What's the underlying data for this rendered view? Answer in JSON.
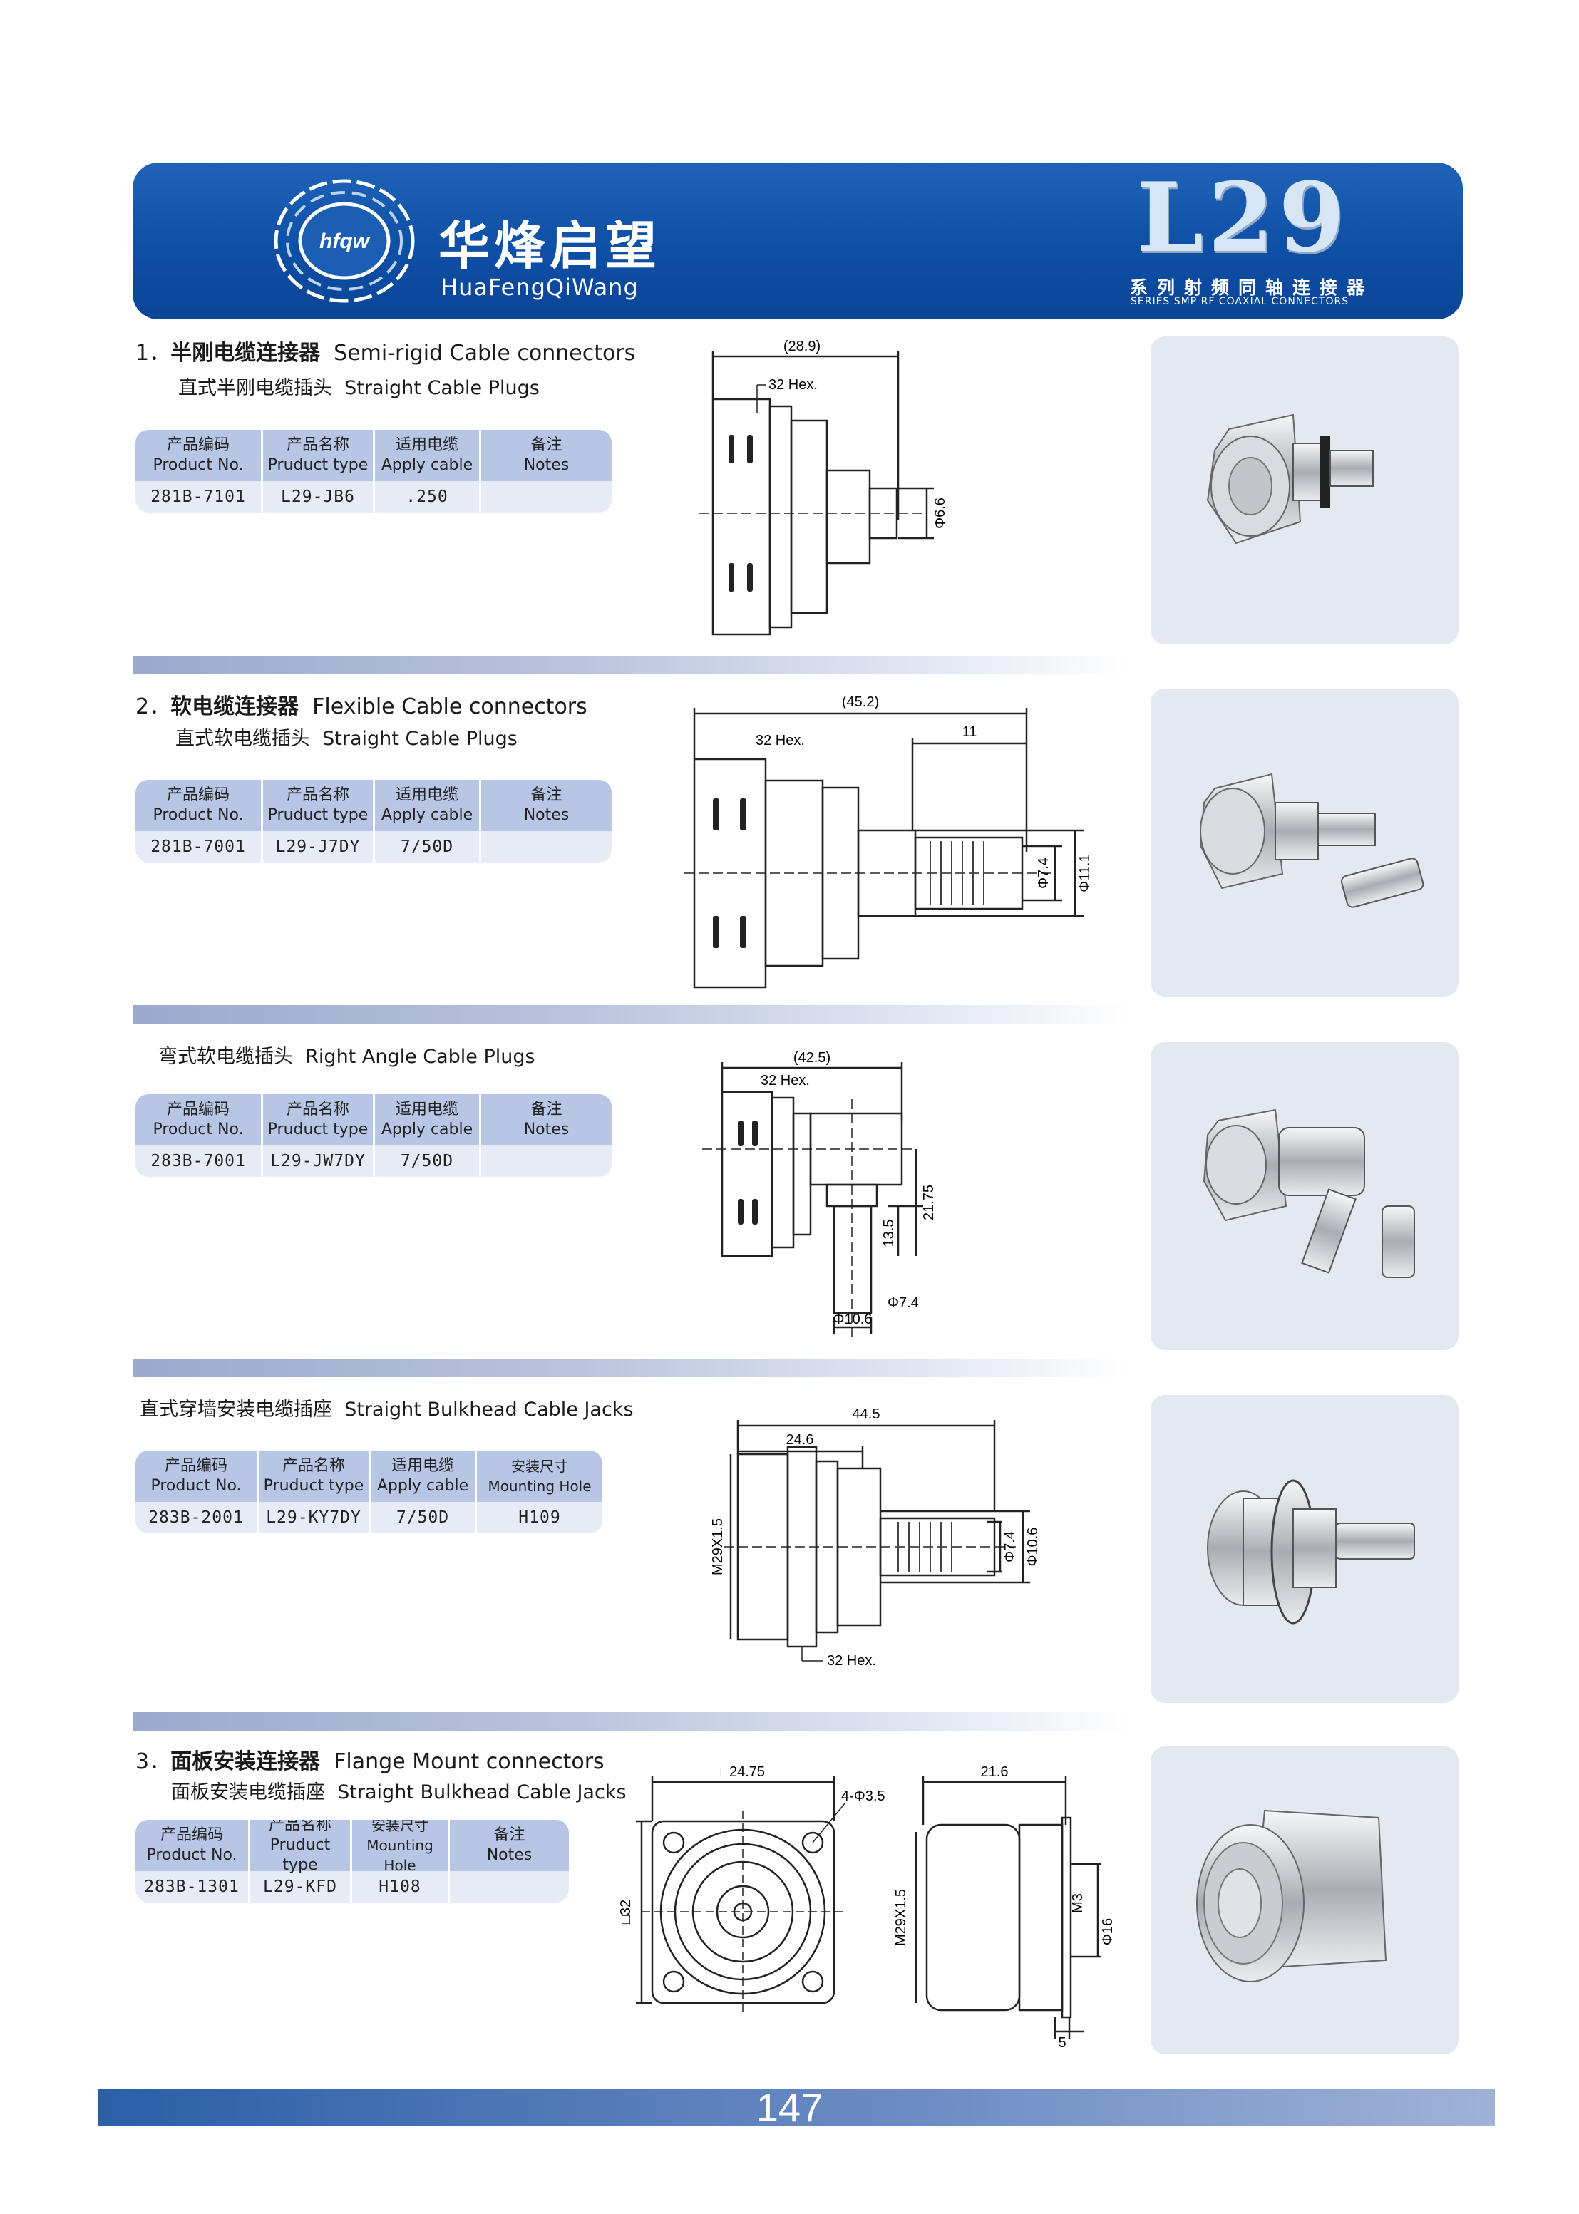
{
  "header": {
    "brand_mark": "hfqw",
    "brand_cn": "华烽启望",
    "brand_en": "HuaFengQiWang",
    "series_code": "L29",
    "series_cn": "系列射频同轴连接器",
    "series_en": "SERIES SMP RF COAXIAL CONNECTORS"
  },
  "sections": [
    {
      "num": "1．",
      "title_cn": "半刚电缆连接器",
      "title_en": "Semi-rigid Cable connectors",
      "sub_cn": "直式半刚电缆插头",
      "sub_en": "Straight Cable Plugs",
      "headers": [
        [
          "产品编码",
          "Product No."
        ],
        [
          "产品名称",
          "Pruduct type"
        ],
        [
          "适用电缆",
          "Apply cable"
        ],
        [
          "备注",
          "Notes"
        ]
      ],
      "row": [
        "281B-7101",
        "L29-JB6",
        ".250",
        ""
      ],
      "dims": {
        "overall": "(28.9)",
        "hex": "32 Hex.",
        "dia": "Φ6.6"
      }
    },
    {
      "num": "2．",
      "title_cn": "软电缆连接器",
      "title_en": "Flexible Cable connectors",
      "sub_cn": "直式软电缆插头",
      "sub_en": "Straight Cable Plugs",
      "headers": [
        [
          "产品编码",
          "Product No."
        ],
        [
          "产品名称",
          "Pruduct type"
        ],
        [
          "适用电缆",
          "Apply cable"
        ],
        [
          "备注",
          "Notes"
        ]
      ],
      "row": [
        "281B-7001",
        "L29-J7DY",
        "7/50D",
        ""
      ],
      "dims": {
        "overall": "(45.2)",
        "hex": "32 Hex.",
        "len": "11",
        "dia1": "Φ7.4",
        "dia2": "Φ11.1"
      }
    },
    {
      "sub_cn": "弯式软电缆插头",
      "sub_en": "Right Angle Cable Plugs",
      "headers": [
        [
          "产品编码",
          "Product No."
        ],
        [
          "产品名称",
          "Pruduct type"
        ],
        [
          "适用电缆",
          "Apply cable"
        ],
        [
          "备注",
          "Notes"
        ]
      ],
      "row": [
        "283B-7001",
        "L29-JW7DY",
        "7/50D",
        ""
      ],
      "dims": {
        "overall": "(42.5)",
        "hex": "32 Hex.",
        "h1": "13.5",
        "h2": "21.75",
        "dia1": "Φ7.4",
        "dia2": "Φ10.6"
      }
    },
    {
      "sub_cn": "直式穿墙安装电缆插座",
      "sub_en": "Straight Bulkhead Cable Jacks",
      "headers": [
        [
          "产品编码",
          "Product No."
        ],
        [
          "产品名称",
          "Pruduct type"
        ],
        [
          "适用电缆",
          "Apply cable"
        ],
        [
          "安装尺寸",
          "Mounting Hole"
        ]
      ],
      "row": [
        "283B-2001",
        "L29-KY7DY",
        "7/50D",
        "H109"
      ],
      "dims": {
        "overall": "44.5",
        "inner": "24.6",
        "thread": "M29X1.5",
        "hex": "32 Hex.",
        "dia1": "Φ7.4",
        "dia2": "Φ10.6"
      }
    },
    {
      "num": "3．",
      "title_cn": "面板安装连接器",
      "title_en": "Flange Mount connectors",
      "sub_cn": "面板安装电缆插座",
      "sub_en": "Straight Bulkhead Cable Jacks",
      "headers": [
        [
          "产品编码",
          "Product No."
        ],
        [
          "产品名称",
          "Pruduct type"
        ],
        [
          "安装尺寸",
          "Mounting Hole"
        ],
        [
          "备注",
          "Notes"
        ]
      ],
      "row": [
        "283B-1301",
        "L29-KFD",
        "H108",
        ""
      ],
      "dims": {
        "square": "□24.75",
        "holes": "4-Φ3.5",
        "side": "□32",
        "len": "21.6",
        "thread": "M29X1.5",
        "screw": "M3",
        "dia": "Φ16",
        "flange": "5"
      }
    }
  ],
  "footer": {
    "page": "147"
  }
}
